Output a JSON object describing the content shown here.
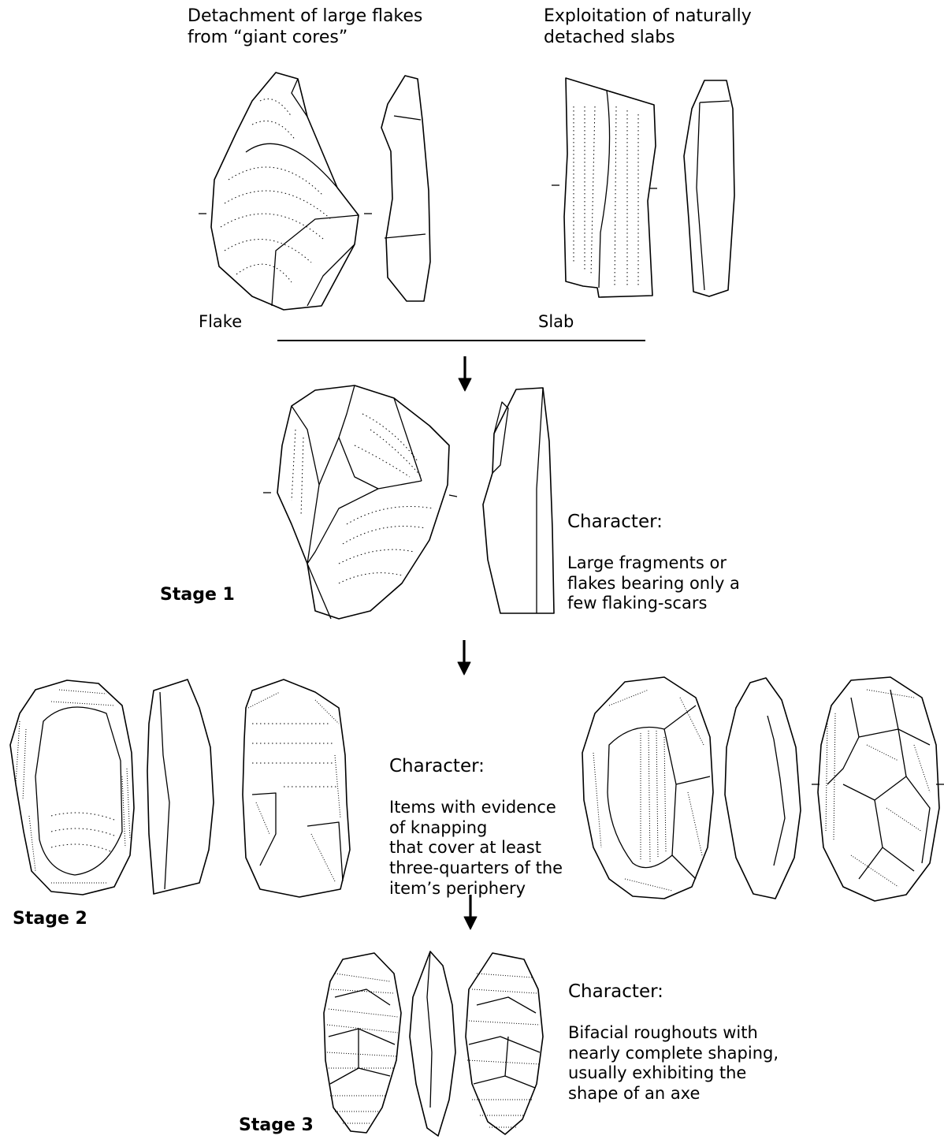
{
  "top": {
    "left_heading": "Detachment of large flakes\nfrom “giant cores”",
    "right_heading": "Exploitation of naturally\ndetached slabs",
    "flake_label": "Flake",
    "slab_label": "Slab"
  },
  "stage1": {
    "label": "Stage 1",
    "character_title": "Character:",
    "character_text": "Large fragments or\nflakes bearing only a\nfew flaking-scars"
  },
  "stage2": {
    "label": "Stage 2",
    "character_title": "Character:",
    "character_text": "Items with evidence\nof knapping\nthat cover at least\nthree-quarters of the\nitem’s periphery"
  },
  "stage3": {
    "label": "Stage 3",
    "character_title": "Character:",
    "character_text": "Bifacial roughouts with\nnearly complete shaping,\nusually exhibiting the\nshape of an axe"
  }
}
